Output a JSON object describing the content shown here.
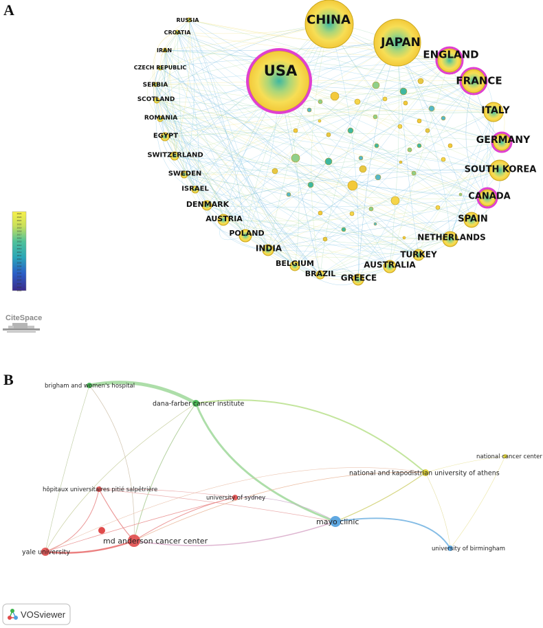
{
  "panel_a": {
    "letter": "A",
    "nodes": [
      {
        "label": "USA",
        "size": 44,
        "ring": true,
        "font": 21
      },
      {
        "label": "CHINA",
        "size": 35,
        "ring": false,
        "font": 18
      },
      {
        "label": "JAPAN",
        "size": 34,
        "ring": false,
        "font": 17
      },
      {
        "label": "ENGLAND",
        "size": 17,
        "ring": true,
        "font": 15
      },
      {
        "label": "FRANCE",
        "size": 17,
        "ring": true,
        "font": 15
      },
      {
        "label": "ITALY",
        "size": 14,
        "ring": false,
        "font": 14
      },
      {
        "label": "GERMANY",
        "size": 12,
        "ring": true,
        "font": 14
      },
      {
        "label": "SOUTH KOREA",
        "size": 15,
        "ring": false,
        "font": 13
      },
      {
        "label": "CANADA",
        "size": 12,
        "ring": true,
        "font": 13
      },
      {
        "label": "SPAIN",
        "size": 11,
        "ring": false,
        "font": 13
      },
      {
        "label": "NETHERLANDS",
        "size": 11,
        "ring": false,
        "font": 12
      },
      {
        "label": "TURKEY",
        "size": 8,
        "ring": false,
        "font": 12
      },
      {
        "label": "AUSTRALIA",
        "size": 9,
        "ring": false,
        "font": 12
      },
      {
        "label": "GREECE",
        "size": 8,
        "ring": false,
        "font": 12
      },
      {
        "label": "BRAZIL",
        "size": 6,
        "ring": false,
        "font": 11
      },
      {
        "label": "BELGIUM",
        "size": 7,
        "ring": false,
        "font": 11
      },
      {
        "label": "INDIA",
        "size": 8,
        "ring": false,
        "font": 12
      },
      {
        "label": "POLAND",
        "size": 9,
        "ring": false,
        "font": 11
      },
      {
        "label": "AUSTRIA",
        "size": 8,
        "ring": false,
        "font": 11
      },
      {
        "label": "DENMARK",
        "size": 7,
        "ring": false,
        "font": 11
      },
      {
        "label": "ISRAEL",
        "size": 5,
        "ring": false,
        "font": 10
      },
      {
        "label": "SWEDEN",
        "size": 5,
        "ring": false,
        "font": 10
      },
      {
        "label": "SWITZERLAND",
        "size": 6,
        "ring": false,
        "font": 10
      },
      {
        "label": "EGYPT",
        "size": 6,
        "ring": false,
        "font": 10
      },
      {
        "label": "ROMANIA",
        "size": 4,
        "ring": false,
        "font": 9
      },
      {
        "label": "SCOTLAND",
        "size": 4,
        "ring": false,
        "font": 9
      },
      {
        "label": "SERBIA",
        "size": 3,
        "ring": false,
        "font": 9
      },
      {
        "label": "CZECH REPUBLIC",
        "size": 3,
        "ring": false,
        "font": 8
      },
      {
        "label": "IRAN",
        "size": 3,
        "ring": false,
        "font": 8
      },
      {
        "label": "CROATIA",
        "size": 3,
        "ring": false,
        "font": 8
      },
      {
        "label": "RUSSIA",
        "size": 3,
        "ring": false,
        "font": 8
      }
    ],
    "legend_years": [
      "2023",
      "2022",
      "2021",
      "2020",
      "2019",
      "2018",
      "2017",
      "2016",
      "2015",
      "2014",
      "2013",
      "2012",
      "2011",
      "2010",
      "2009",
      "2008",
      "2007",
      "2006",
      "2005",
      "2004",
      "2003",
      "2002",
      "2001"
    ],
    "logo_text": "CiteSpace"
  },
  "panel_b": {
    "letter": "B",
    "nodes": [
      {
        "label": "brigham and women's hospital",
        "cluster": "green",
        "size": 4
      },
      {
        "label": "dana-farber cancer institute",
        "cluster": "green",
        "size": 5
      },
      {
        "label": "national cancer center",
        "cluster": "yellow",
        "size": 3
      },
      {
        "label": "national and kapodistrian university of athens",
        "cluster": "yellow",
        "size": 5
      },
      {
        "label": "hôpitaux universitaires pitié salpêtrière",
        "cluster": "red",
        "size": 4
      },
      {
        "label": "university of sydney",
        "cluster": "red",
        "size": 4
      },
      {
        "label": "mayo clinic",
        "cluster": "blue",
        "size": 8
      },
      {
        "label": "yale university",
        "cluster": "red",
        "size": 6
      },
      {
        "label": "md anderson cancer center",
        "cluster": "red",
        "size": 9
      },
      {
        "label": "university of birmingham",
        "cluster": "blue",
        "size": 4
      }
    ],
    "cluster_colors": {
      "green": "#3cb44b",
      "yellow": "#d9cc2a",
      "red": "#e04b4b",
      "blue": "#4f9fde"
    },
    "logo_text": "VOSviewer"
  },
  "colors": {
    "ring": "#e040d0",
    "node_fill": "#f5d54a",
    "node_stroke": "#c9a81c"
  }
}
